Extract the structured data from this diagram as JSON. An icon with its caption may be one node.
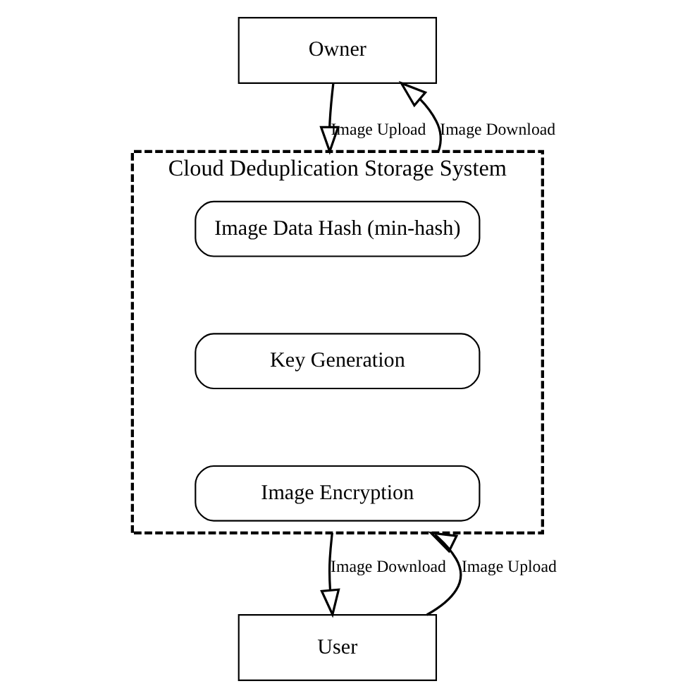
{
  "diagram": {
    "nodes": [
      {
        "text": [
          "Owner"
        ]
      },
      {
        "text": [
          "Cloud Deduplication Storage System"
        ]
      },
      {
        "text": [
          "Image Data Hash (min-hash)"
        ],
        "in": 1
      },
      {
        "text": [
          "Key Generation"
        ],
        "in": 1
      },
      {
        "text": [
          "Image Encryption"
        ],
        "in": 1
      },
      {
        "text": [
          "User"
        ]
      }
    ],
    "edges": [
      {
        "from": 0,
        "to": 1,
        "arrow": "to",
        "label": "Image Upload"
      },
      {
        "from": 1,
        "to": 0,
        "arrow": "to",
        "label": "Image Download"
      },
      {
        "from": 1,
        "to": 5,
        "arrow": "to",
        "label": "Image Download"
      },
      {
        "from": 5,
        "to": 1,
        "arrow": "to",
        "label": "Image Upload"
      }
    ]
  }
}
